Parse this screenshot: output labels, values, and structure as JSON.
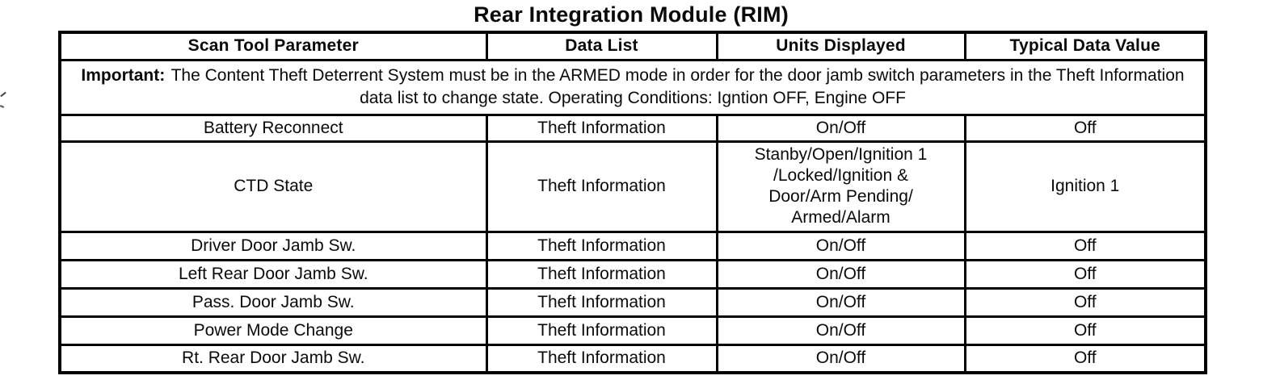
{
  "title": "Rear Integration Module (RIM)",
  "table": {
    "columns": [
      "Scan Tool Parameter",
      "Data List",
      "Units Displayed",
      "Typical Data Value"
    ],
    "important": {
      "label": "Important:",
      "text": "The Content Theft Deterrent System must be in the ARMED mode in order for the door jamb switch parameters in the Theft Information data list to change state. Operating Conditions: Igntion OFF, Engine OFF"
    },
    "rows": [
      {
        "parameter": "Battery Reconnect",
        "data_list": "Theft Information",
        "units": "On/Off",
        "typical_value": "Off"
      },
      {
        "parameter": "CTD State",
        "data_list": "Theft Information",
        "units": "Stanby/Open/Ignition 1\n/Locked/Ignition &\nDoor/Arm Pending/\nArmed/Alarm",
        "typical_value": "Ignition 1"
      },
      {
        "parameter": "Driver Door Jamb Sw.",
        "data_list": "Theft Information",
        "units": "On/Off",
        "typical_value": "Off"
      },
      {
        "parameter": "Left Rear Door Jamb Sw.",
        "data_list": "Theft Information",
        "units": "On/Off",
        "typical_value": "Off"
      },
      {
        "parameter": "Pass. Door Jamb Sw.",
        "data_list": "Theft Information",
        "units": "On/Off",
        "typical_value": "Off"
      },
      {
        "parameter": "Power Mode Change",
        "data_list": "Theft Information",
        "units": "On/Off",
        "typical_value": "Off"
      },
      {
        "parameter": "Rt. Rear Door Jamb Sw.",
        "data_list": "Theft Information",
        "units": "On/Off",
        "typical_value": "Off"
      }
    ]
  }
}
